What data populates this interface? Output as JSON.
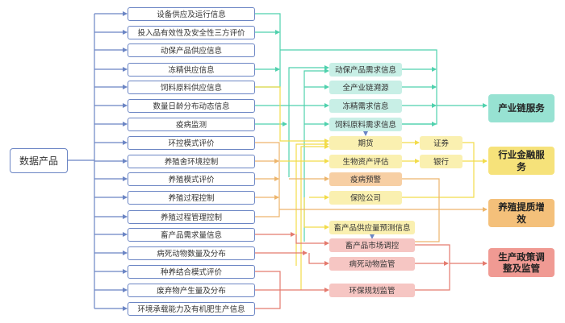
{
  "root": {
    "label": "数据产品"
  },
  "sources": [
    "设备供应及运行信息",
    "投入品有效性及安全性三方评价",
    "动保产品供应信息",
    "冻精供应信息",
    "饲料原料供应信息",
    "数量日龄分布动态信息",
    "疫病监测",
    "环控模式评价",
    "养殖舍环境控制",
    "养殖模式评价",
    "养殖过程控制",
    "养殖过程管理控制",
    "畜产品需求量信息",
    "病死动物数量及分布",
    "种养结合模式评价",
    "废弃物产生量及分布",
    "环境承载能力及有机肥生产信息"
  ],
  "middle": {
    "teal": [
      "动保产品需求信息",
      "全产业链溯源",
      "冻精需求信息",
      "饲料原料需求信息"
    ],
    "yellow": [
      "期货",
      "生物资产评估",
      "保险公司",
      "畜产品供应量预测信息"
    ],
    "orange": [
      "疫病预警"
    ],
    "pink": [
      "畜产品市场调控",
      "病死动物监管",
      "环保规划监管"
    ],
    "finance": [
      "证券",
      "银行"
    ]
  },
  "outputs": [
    {
      "label": "产业链服务",
      "color": "#97e2d2"
    },
    {
      "label": "行业金融服务",
      "color": "#f6e27a"
    },
    {
      "label": "养殖提质增效",
      "color": "#f4c07a"
    },
    {
      "label": "生产政策调整及监管",
      "color": "#f09a93"
    }
  ],
  "colors": {
    "blue_line": "#6b85c4",
    "teal_line": "#4fd1ad",
    "yellow_line": "#f2dc4a",
    "orange_line": "#edb56c",
    "pink_line": "#e47a6e"
  }
}
